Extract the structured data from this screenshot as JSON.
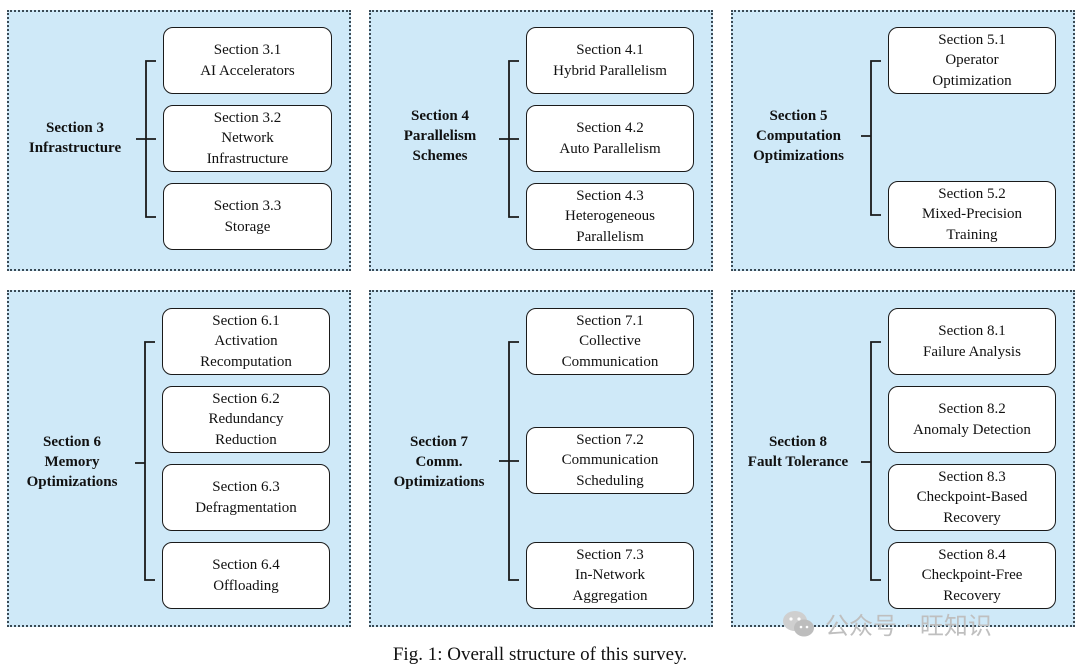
{
  "panels": [
    {
      "title": "Section 3\nInfrastructure",
      "nodes": [
        "Section 3.1\nAI Accelerators",
        "Section 3.2\nNetwork\nInfrastructure",
        "Section 3.3\nStorage"
      ]
    },
    {
      "title": "Section 4\nParallelism\nSchemes",
      "nodes": [
        "Section 4.1\nHybrid Parallelism",
        "Section 4.2\nAuto Parallelism",
        "Section 4.3\nHeterogeneous\nParallelism"
      ]
    },
    {
      "title": "Section 5\nComputation\nOptimizations",
      "nodes": [
        "Section 5.1\nOperator\nOptimization",
        "Section 5.2\nMixed-Precision\nTraining"
      ]
    },
    {
      "title": "Section 6\nMemory\nOptimizations",
      "nodes": [
        "Section 6.1\nActivation\nRecomputation",
        "Section 6.2\nRedundancy\nReduction",
        "Section 6.3\nDefragmentation",
        "Section 6.4\nOffloading"
      ]
    },
    {
      "title": "Section 7\nComm.\nOptimizations",
      "nodes": [
        "Section 7.1\nCollective\nCommunication",
        "Section 7.2\nCommunication\nScheduling",
        "Section 7.3\nIn-Network\nAggregation"
      ]
    },
    {
      "title": "Section 8\nFault Tolerance",
      "nodes": [
        "Section 8.1\nFailure Analysis",
        "Section 8.2\nAnomaly Detection",
        "Section 8.3\nCheckpoint-Based\nRecovery",
        "Section 8.4\nCheckpoint-Free\nRecovery"
      ]
    }
  ],
  "caption": "Fig. 1: Overall structure of this survey.",
  "watermark": {
    "text": "公众号 · 旺知识",
    "icon": "wechat-icon"
  },
  "colors": {
    "panel_bg": "#cfe9f8",
    "panel_border": "#3a4a55",
    "node_border": "#1a1a1a",
    "watermark": "#bfbfbf"
  }
}
